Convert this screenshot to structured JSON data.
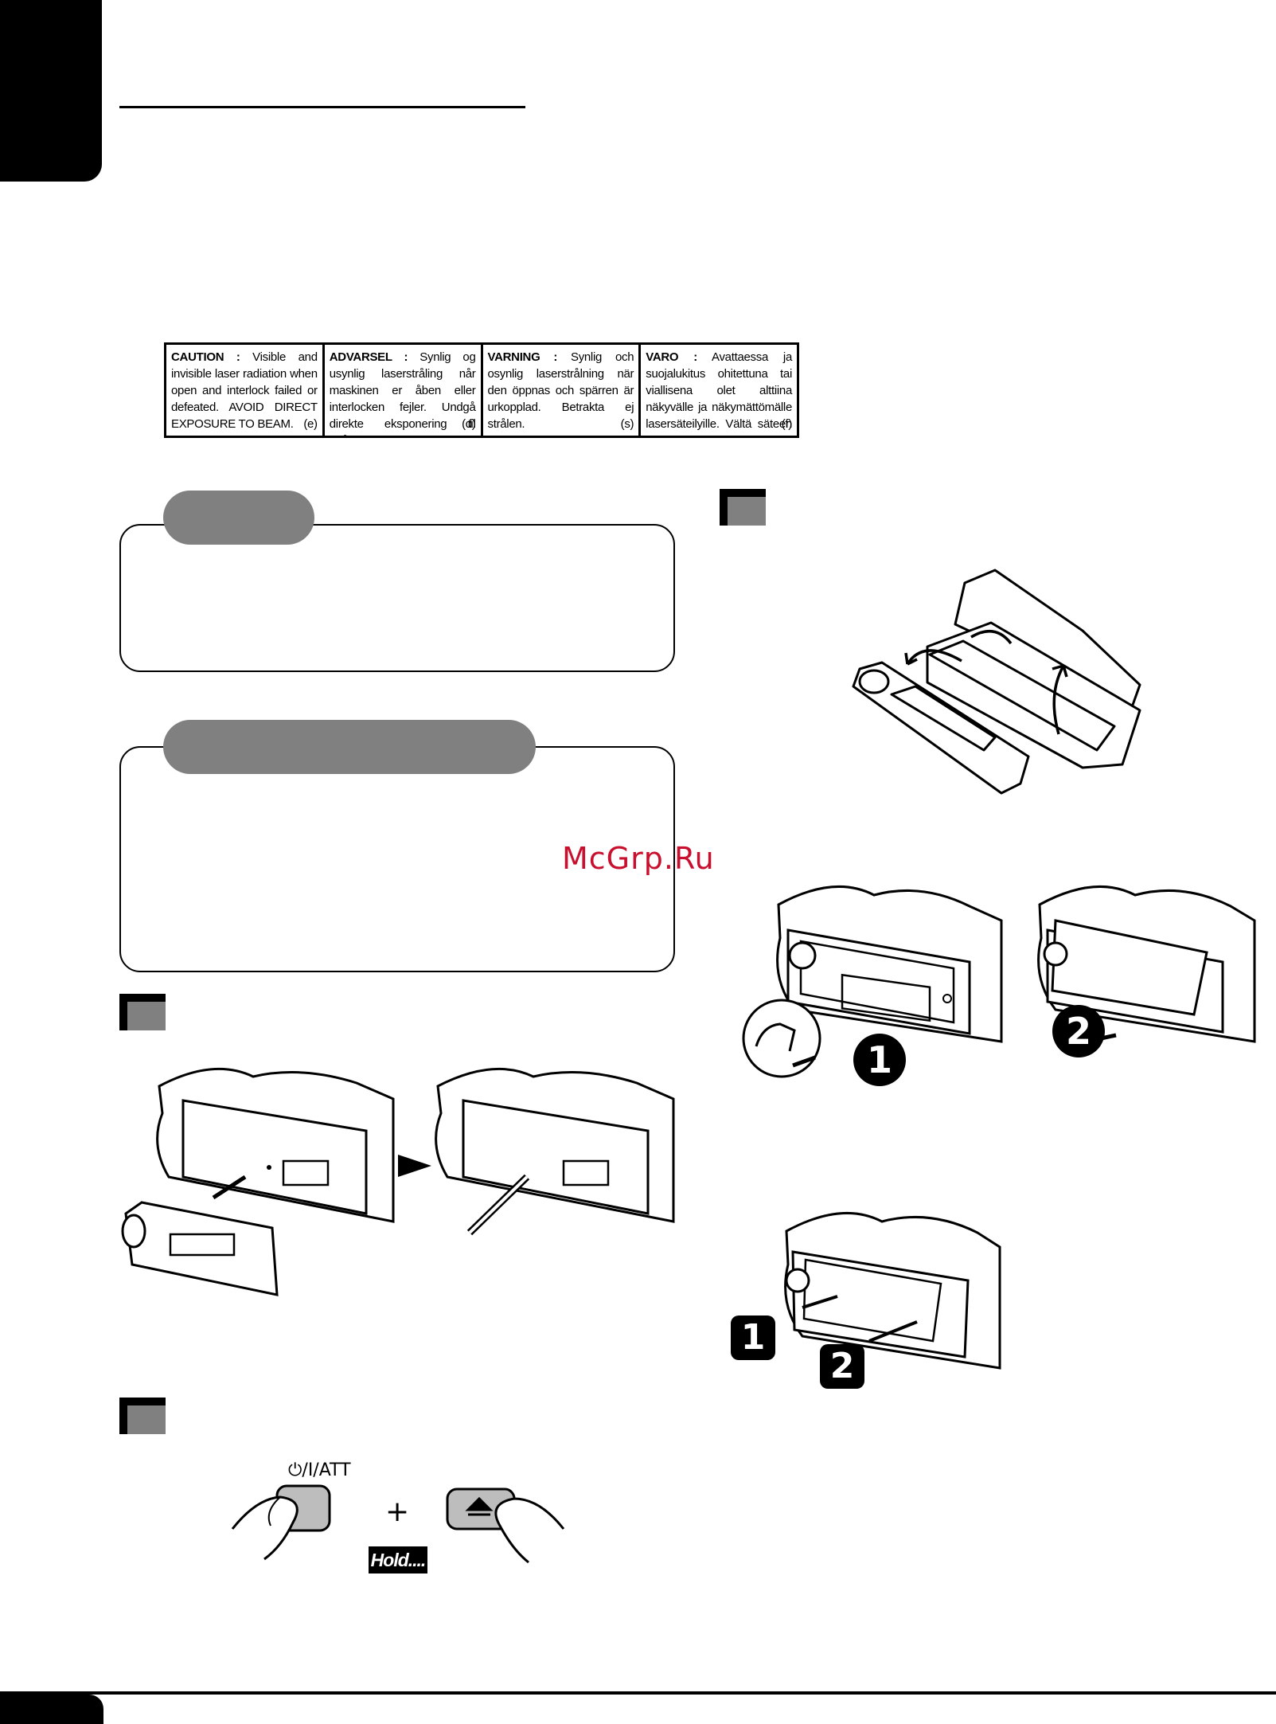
{
  "caution_label": {
    "cells": [
      {
        "heading": "CAUTION :",
        "text": "Visible and invisible laser radiation when open and interlock failed or defeated. AVOID DIRECT EXPOSURE TO BEAM.",
        "code": "(e)"
      },
      {
        "heading": "ADVARSEL :",
        "text": "Synlig og usynlig laserstråling når maskinen er åben eller interlocken fejler. Undgå direkte eksponering til stråling.",
        "code": "(d)"
      },
      {
        "heading": "VARNING :",
        "text": "Synlig och osynlig laserstrålning när den öppnas och spärren är urkopplad. Betrakta ej strålen.",
        "code": "(s)"
      },
      {
        "heading": "VARO :",
        "text": "Avattaessa ja suojalukitus ohitettuna tai viallisena olet alttiina näkyvälle ja näkymättömälle lasersäteilyille. Vältä säteen kohdistumista suoraan itseesi.",
        "code": "(f)"
      }
    ]
  },
  "watermark": "McGrp.Ru",
  "reset": {
    "button_label": "⏻/I/ATT",
    "plus": "+",
    "hold": "Hold...."
  },
  "steps": {
    "detach": [
      "1",
      "2"
    ],
    "attach": [
      "1",
      "2"
    ]
  },
  "colors": {
    "ink": "#000000",
    "panel_gray": "#808080",
    "watermark_red": "#c8102e"
  }
}
